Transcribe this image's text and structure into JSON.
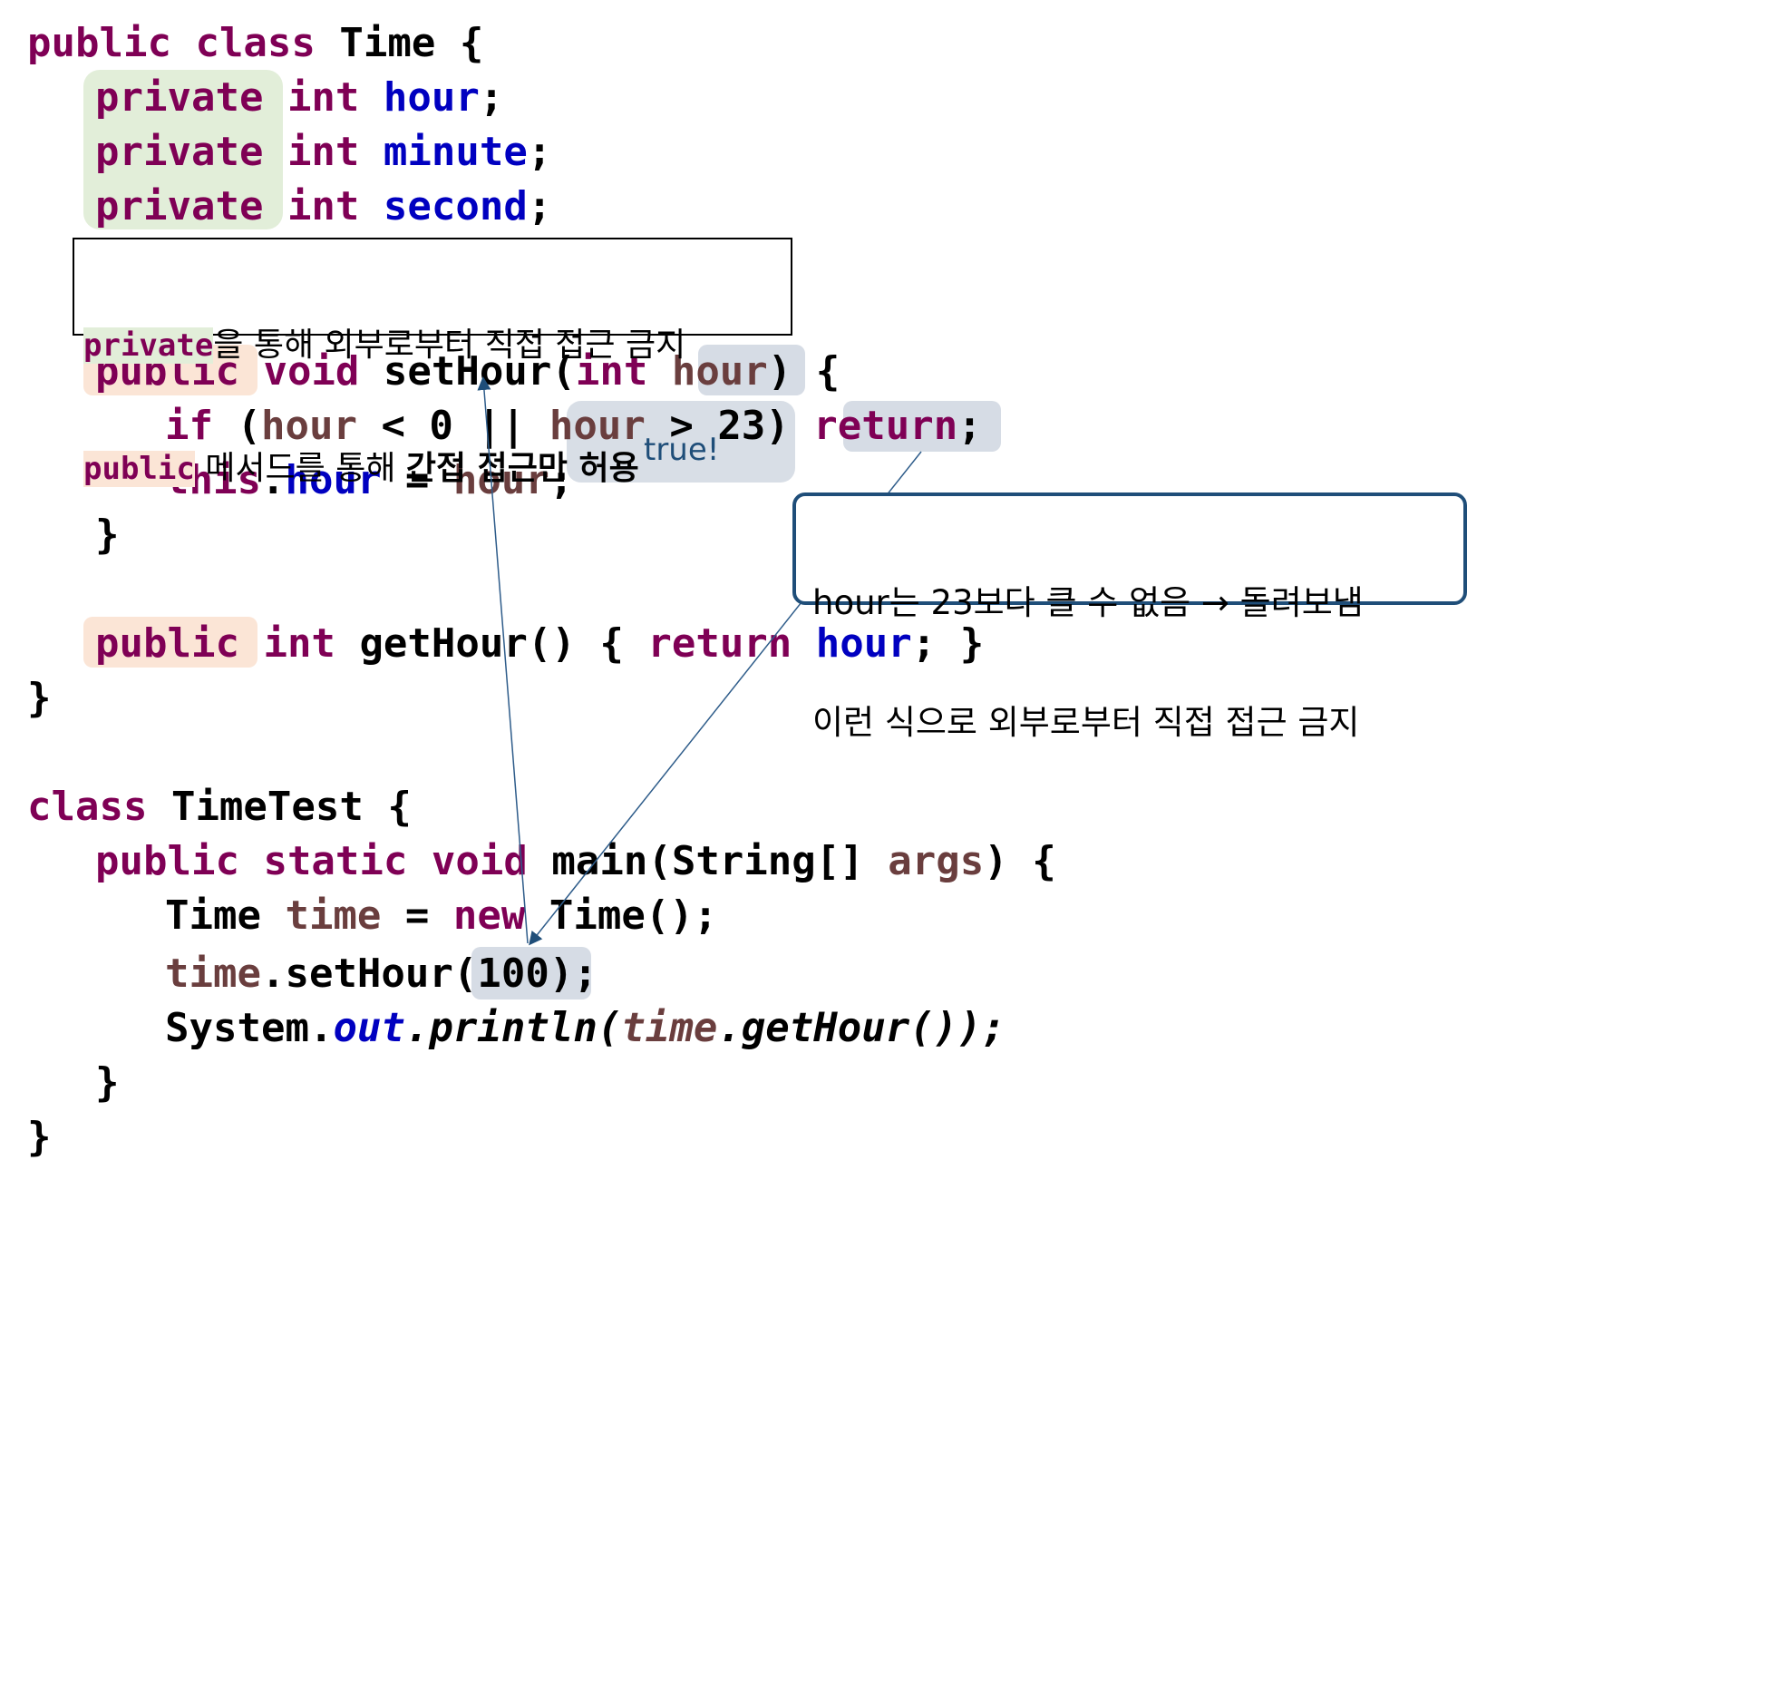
{
  "code": {
    "line1": {
      "kw1": "public",
      "kw2": "class",
      "name": "Time",
      "brace": "{"
    },
    "fields": [
      {
        "mod": "private",
        "type": "int",
        "name": "hour",
        "end": ";"
      },
      {
        "mod": "private",
        "type": "int",
        "name": "minute",
        "end": ";"
      },
      {
        "mod": "private",
        "type": "int",
        "name": "second",
        "end": ";"
      }
    ],
    "set_hour": {
      "mod": "public",
      "type": "void",
      "name": "setHour(",
      "ptype": "int",
      "pname": "hour",
      "rest": ") {"
    },
    "if_line": {
      "kw": "if",
      "open": "(",
      "p1": "hour",
      "op1": " < 0 || ",
      "p2": "hour",
      "op2": " > 23)",
      "ret": "return",
      "end": ";"
    },
    "assign_line": {
      "kw": "this",
      "dot": ".",
      "fld": "hour",
      "eq": " = ",
      "par": "hour",
      "end": ";"
    },
    "close1": "}",
    "get_hour": {
      "mod": "public",
      "type": "int",
      "name": "getHour() {",
      "ret": "return",
      "fld": "hour",
      "end": "; }"
    },
    "close2": "}",
    "timetest": {
      "kw": "class",
      "name": "TimeTest",
      "brace": "{"
    },
    "main_line": {
      "mod": "public",
      "mod2": "static",
      "type": "void",
      "name": "main(String[] ",
      "par": "args",
      "rest": ") {"
    },
    "new_line": {
      "type": "Time ",
      "var": "time",
      "eq": " = ",
      "kw": "new",
      "rest": " Time();"
    },
    "call_line": {
      "var": "time",
      "mid": ".setHour",
      "arg": "(100)",
      "end": ";"
    },
    "print_line": {
      "cls": "System.",
      "out": "out",
      "mid": ".println(",
      "var": "time",
      "rest": ".getHour());"
    },
    "close3": "}",
    "close4": "}"
  },
  "note_box": {
    "line1_code": "private",
    "line1_text": "을 통해 외부로부터 직접 접근 금지",
    "line2_code": "public",
    "line2_text": " 메서드를 통해 ",
    "line2_bold": "간접 접근만 허용"
  },
  "true_label": "true!",
  "callout": {
    "line1": "hour는 23보다 클 수 없음 → 돌려보냄",
    "line2": "이런 식으로 외부로부터 직접 접근 금지"
  }
}
